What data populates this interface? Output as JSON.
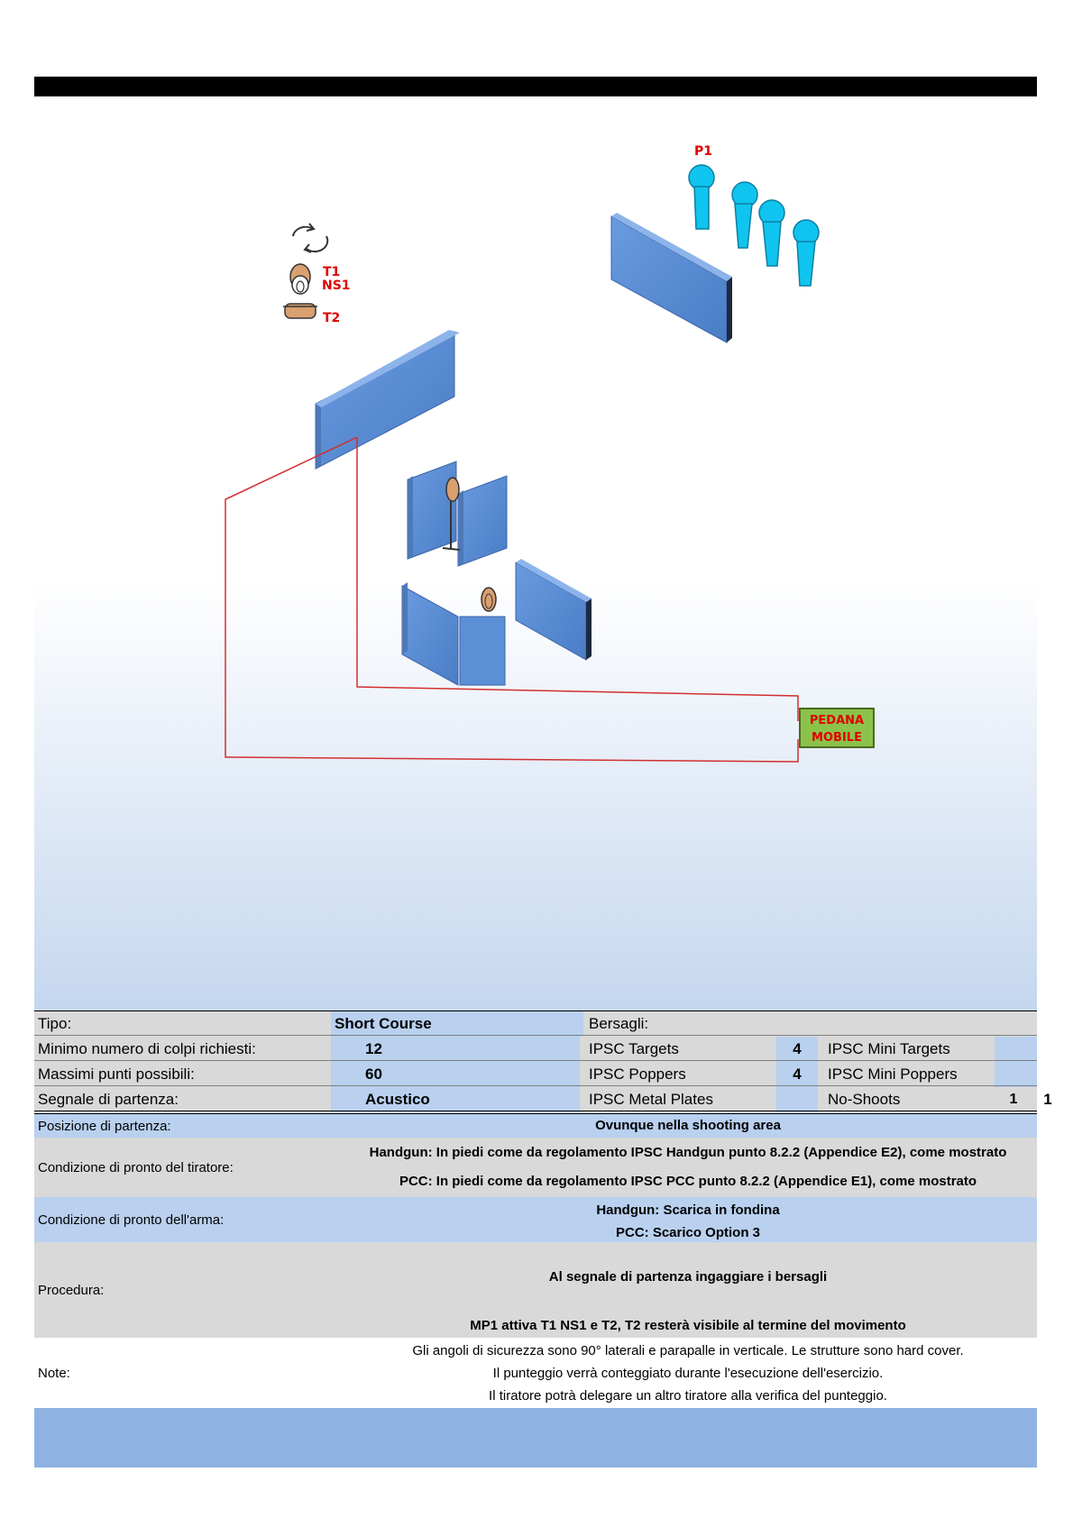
{
  "diagram": {
    "labels": {
      "p1": "P1",
      "t1": "T1",
      "ns1": "NS1",
      "t2": "T2",
      "pedana_line1": "PEDANA",
      "pedana_line2": "MOBILE"
    }
  },
  "info": {
    "tipo_label": "Tipo:",
    "tipo_value": "Short Course",
    "min_colpi_label": "Minimo numero di colpi richiesti:",
    "min_colpi_value": "12",
    "max_punti_label": "Massimi punti possibili:",
    "max_punti_value": "60",
    "segnale_label": "Segnale di partenza:",
    "segnale_value": "Acustico",
    "bersagli_label": "Bersagli:",
    "targets": [
      {
        "label": "IPSC Targets",
        "count": "4"
      },
      {
        "label": "IPSC Poppers",
        "count": "4"
      },
      {
        "label": "IPSC Metal Plates",
        "count": ""
      }
    ],
    "targets2": [
      {
        "label": "IPSC Mini Targets",
        "count": ""
      },
      {
        "label": "IPSC Mini Poppers",
        "count": ""
      },
      {
        "label": "No-Shoots",
        "count": "1"
      }
    ]
  },
  "sections": {
    "posizione_label": "Posizione di partenza:",
    "posizione_value": "Ovunque nella shooting area",
    "pronto_tiratore_label": "Condizione di pronto del tiratore:",
    "pronto_tiratore_line1": "Handgun: In piedi come da regolamento IPSC Handgun punto 8.2.2 (Appendice E2), come mostrato",
    "pronto_tiratore_line2": "PCC: In piedi come da regolamento IPSC PCC punto 8.2.2 (Appendice E1), come mostrato",
    "pronto_arma_label": "Condizione di pronto dell'arma:",
    "pronto_arma_line1": "Handgun: Scarica in fondina",
    "pronto_arma_line2": "PCC: Scarico Option 3",
    "procedura_label": "Procedura:",
    "procedura_line1": "Al segnale di partenza ingaggiare i bersagli",
    "procedura_line2": "MP1 attiva T1 NS1 e T2, T2 resterà visibile al termine del movimento",
    "note_label": "Note:",
    "note_line1": "Gli angoli di sicurezza sono 90° laterali e parapalle in verticale. Le strutture sono hard cover.",
    "note_line2": "Il punteggio verrà conteggiato durante l'esecuzione dell'esercizio.",
    "note_line3": "Il tiratore potrà delegare un altro tiratore alla verifica del punteggio."
  },
  "colors": {
    "wall": "#5b8fd6",
    "wall_dark": "#3f6db3",
    "popper": "#10c4f0",
    "route": "#d32f2f",
    "label_red": "#e00000",
    "pedana_fill": "#8bc34a",
    "band_blue": "#b9d0ef",
    "band_grey": "#d9d9d9",
    "footer_blue": "#8eb3e2"
  }
}
